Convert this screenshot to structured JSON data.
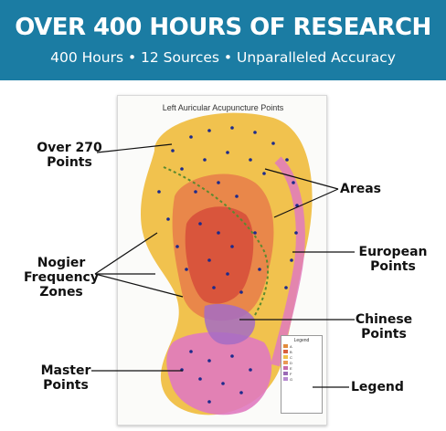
{
  "banner": {
    "headline": "OVER 400 HOURS OF RESEARCH",
    "subline": "400 Hours • 12 Sources • Unparalleled Accuracy"
  },
  "poster": {
    "title": "Left Auricular Acupuncture Points",
    "legend": {
      "title": "Legend",
      "rows": [
        {
          "label": "A",
          "color": "#e28b3b"
        },
        {
          "label": "B",
          "color": "#d9603c"
        },
        {
          "label": "C",
          "color": "#f0c04a"
        },
        {
          "label": "D",
          "color": "#e99a55"
        },
        {
          "label": "E",
          "color": "#c76aa9"
        },
        {
          "label": "F",
          "color": "#9a6ab5"
        },
        {
          "label": "G",
          "color": "#b78ad0"
        }
      ]
    }
  },
  "callouts": {
    "over270": [
      "Over 270",
      "Points"
    ],
    "areas": "Areas",
    "nogier": [
      "Nogier",
      "Frequency",
      "Zones"
    ],
    "european": [
      "European",
      "Points"
    ],
    "chinese": [
      "Chinese",
      "Points"
    ],
    "master": [
      "Master",
      "Points"
    ],
    "legend": "Legend"
  },
  "colors": {
    "banner": "#1b7ca3",
    "ear_yellow": "#f1c24e",
    "ear_orange": "#e9874a",
    "ear_red": "#d9553c",
    "ear_pink": "#e07ac0",
    "ear_purple": "#a56cc4",
    "point_blue": "#1c2a8c"
  }
}
